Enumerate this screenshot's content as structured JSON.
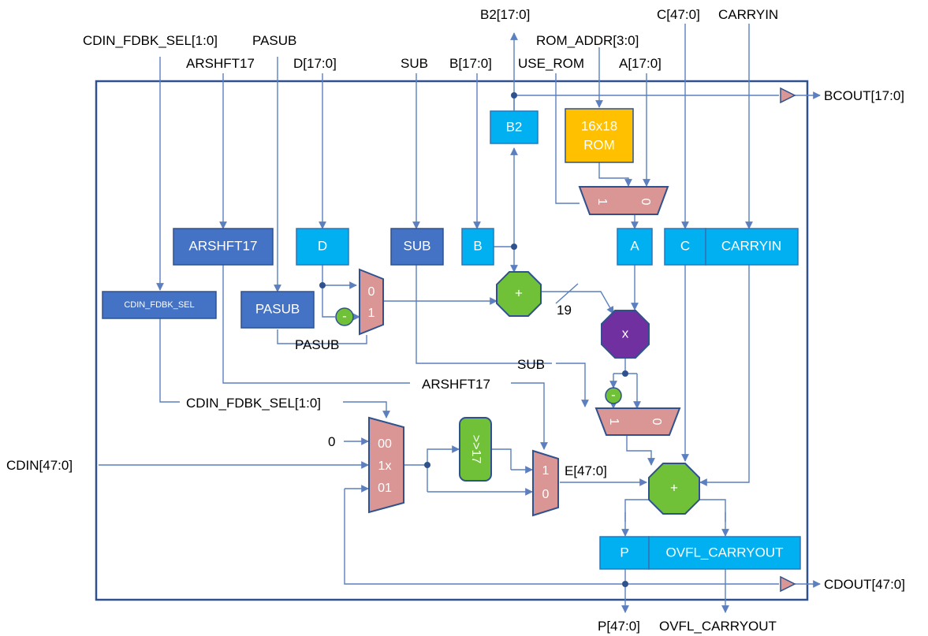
{
  "external_labels": {
    "b2_out": "B2[17:0]",
    "cdin_fdbk_sel_in": "CDIN_FDBK_SEL[1:0]",
    "pasub_in": "PASUB",
    "rom_addr_in": "ROM_ADDR[3:0]",
    "c_in": "C[47:0]",
    "carryin_in": "CARRYIN",
    "arshft17_in": "ARSHFT17",
    "d_in": "D[17:0]",
    "sub_in": "SUB",
    "b_in": "B[17:0]",
    "use_rom_in": "USE_ROM",
    "a_in": "A[17:0]",
    "bcout_out": "BCOUT[17:0]",
    "cdin_in": "CDIN[47:0]",
    "cdout_out": "CDOUT[47:0]",
    "p_out": "P[47:0]",
    "ovfl_carryout_out": "OVFL_CARRYOUT"
  },
  "registers": {
    "b2": "B2",
    "rom_line1": "16x18",
    "rom_line2": "ROM",
    "arshft17": "ARSHFT17",
    "d": "D",
    "sub": "SUB",
    "b": "B",
    "a": "A",
    "c": "C",
    "carryin": "CARRYIN",
    "cdin_fdbk_sel": "CDIN_FDBK_SEL",
    "pasub": "PASUB",
    "p": "P",
    "ovfl_carryout": "OVFL_CARRYOUT"
  },
  "internal_labels": {
    "pasub": "PASUB",
    "sub": "SUB",
    "arshft17": "ARSHFT17",
    "cdin_fdbk_sel": "CDIN_FDBK_SEL[1:0]",
    "zero": "0",
    "width_19": "19",
    "e_bus": "E[47:0]"
  },
  "operators": {
    "pre_adder": "+",
    "multiplier": "x",
    "post_adder": "+",
    "negate_1": "-",
    "negate_2": "-",
    "shifter": ">>17"
  },
  "mux_inputs": {
    "rom_mux": [
      "1",
      "0"
    ],
    "pre_mux": [
      "0",
      "1"
    ],
    "sub_mux": [
      "1",
      "0"
    ],
    "cdin_mux": [
      "00",
      "1x",
      "01"
    ],
    "shift_mux": [
      "1",
      "0"
    ]
  },
  "colors": {
    "register_light": "#00b0f0",
    "register_dark": "#4472c4",
    "mux": "#d99694",
    "adder": "#70c038",
    "multiplier": "#7030a0",
    "rom": "#ffc000",
    "wire": "#5b7fbf",
    "border": "#2f528f"
  }
}
